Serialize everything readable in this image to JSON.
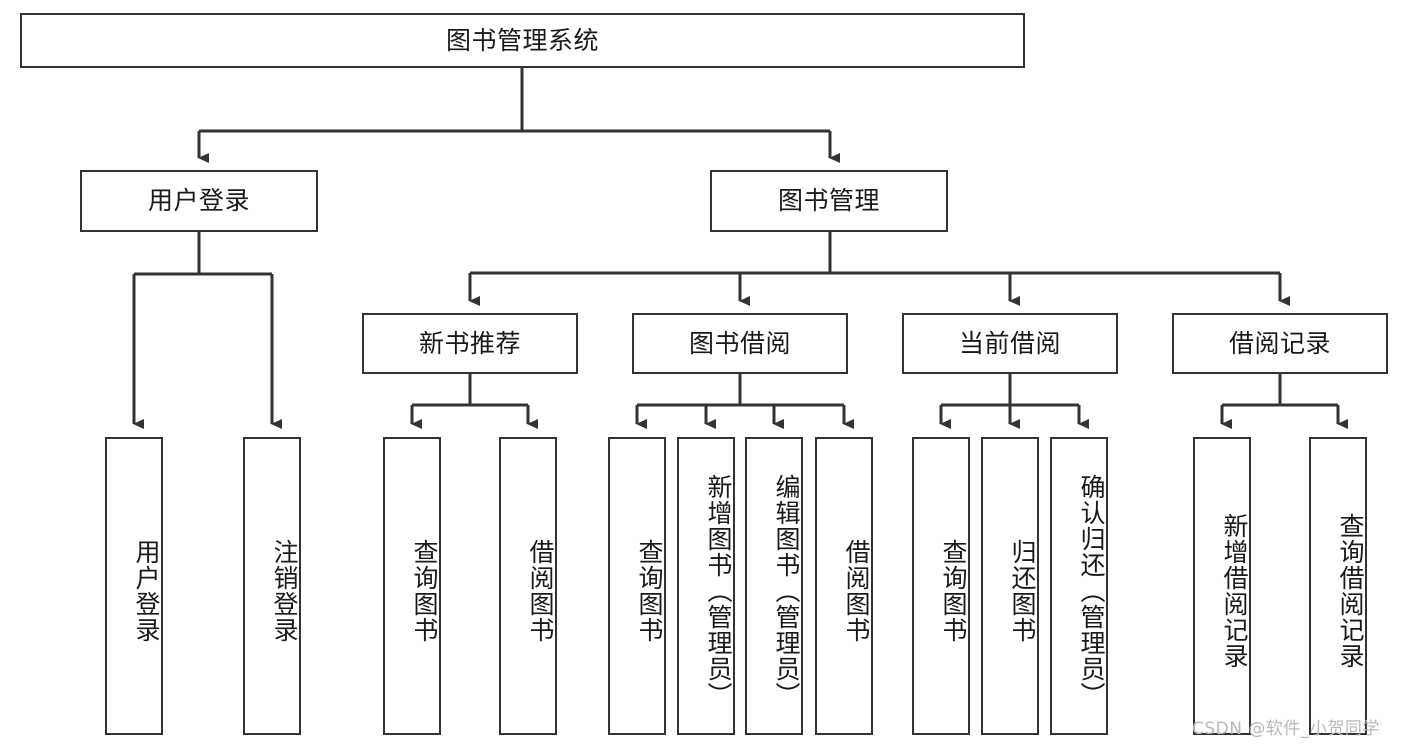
{
  "diagram": {
    "title": "图书管理系统",
    "type": "tree-hierarchy",
    "stroke_color": "#333333",
    "fill_color": "#ffffff",
    "text_color": "#1a1a1a"
  },
  "root": {
    "label": "图书管理系统"
  },
  "level2": [
    {
      "label": "用户登录"
    },
    {
      "label": "图书管理"
    }
  ],
  "level3": [
    {
      "label": "新书推荐"
    },
    {
      "label": "图书借阅"
    },
    {
      "label": "当前借阅"
    },
    {
      "label": "借阅记录"
    }
  ],
  "leaves": {
    "user_login": [
      {
        "label": "用户登录"
      },
      {
        "label": "注销登录"
      }
    ],
    "new_book": [
      {
        "label": "查询图书"
      },
      {
        "label": "借阅图书"
      }
    ],
    "borrow": [
      {
        "label": "查询图书"
      },
      {
        "label": "新增图书（管理员）"
      },
      {
        "label": "编辑图书（管理员）"
      },
      {
        "label": "借阅图书"
      }
    ],
    "current": [
      {
        "label": "查询图书"
      },
      {
        "label": "归还图书"
      },
      {
        "label": "确认归还（管理员）"
      }
    ],
    "records": [
      {
        "label": "新增借阅记录"
      },
      {
        "label": "查询借阅记录"
      }
    ]
  },
  "watermark": {
    "text": "CSDN @软件_小贺同学"
  }
}
